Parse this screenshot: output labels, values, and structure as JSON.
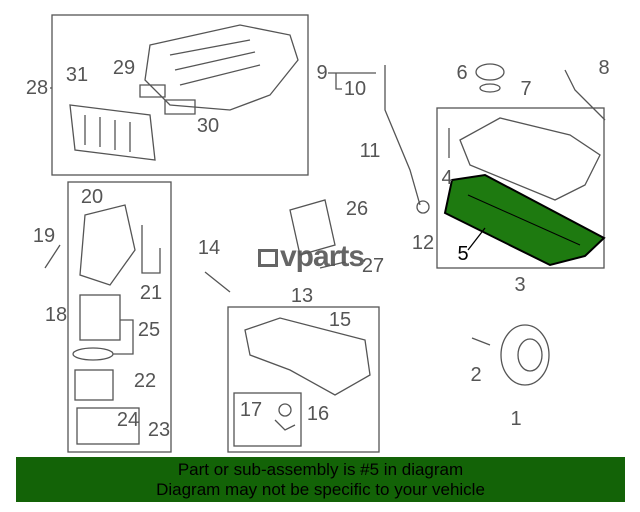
{
  "labels": [
    "28",
    "31",
    "29",
    "30",
    "9",
    "10",
    "6",
    "7",
    "8",
    "11",
    "4",
    "26",
    "5",
    "12",
    "3",
    "19",
    "20",
    "14",
    "27",
    "21",
    "13",
    "18",
    "25",
    "15",
    "22",
    "2",
    "17",
    "16",
    "24",
    "23",
    "1"
  ],
  "highlighted_part": "5",
  "logo": "vparts",
  "banner": {
    "line1": "Part or sub-assembly is #5 in diagram",
    "line2": "Diagram may not be specific to your vehicle"
  },
  "colors": {
    "banner": "#136307",
    "highlight": "#1e7a10",
    "lines": "#555555"
  }
}
